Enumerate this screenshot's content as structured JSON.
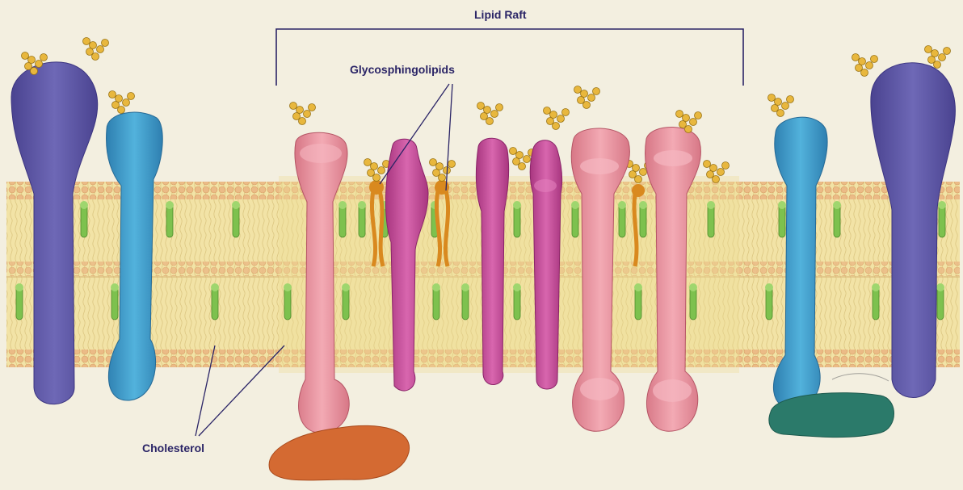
{
  "labels": {
    "lipid_raft": "Lipid Raft",
    "glycosphingolipids": "Glycosphingolipids",
    "cholesterol": "Cholesterol"
  },
  "colors": {
    "background": "#f3efe0",
    "bilayer": "#f2e3a6",
    "head_groups": "#e9bd86",
    "cholesterol": "#7dc14e",
    "glycolipid": "#d9891f",
    "sugar": "#e8b73d",
    "protein_purple": "#5c56a4",
    "protein_blue": "#3f9fcc",
    "protein_pink": "#ec9aa6",
    "protein_magenta": "#c64c9e",
    "peripheral_orange": "#d46a32",
    "peripheral_teal": "#2b7a6a",
    "label_text": "#2a2466"
  }
}
